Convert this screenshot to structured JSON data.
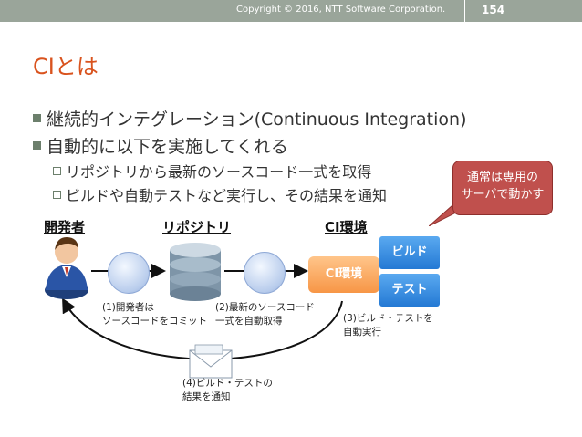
{
  "header": {
    "copyright": "Copyright © 2016, NTT Software Corporation.",
    "page_number": "154"
  },
  "slide": {
    "title": "CIとは",
    "bullets": [
      "継続的インテグレーション(Continuous Integration)",
      "自動的に以下を実施してくれる"
    ],
    "sub_bullets": [
      "リポジトリから最新のソースコード一式を取得",
      "ビルドや自動テストなど実行し、その結果を通知"
    ],
    "callout": [
      "通常は専用の",
      "サーバで動かす"
    ]
  },
  "diagram": {
    "developer_label": "開発者",
    "repository_label": "リポジトリ",
    "ci_env_label": "CI環境",
    "ci_box_label": "CI環境",
    "build_label": "ビルド",
    "test_label": "テスト",
    "step1": [
      "(1)開発者は",
      "ソースコードをコミット"
    ],
    "step2": [
      "(2)最新のソースコード",
      "一式を自動取得"
    ],
    "step3": [
      "(3)ビルド・テストを",
      "自動実行"
    ],
    "step4": [
      "(4)ビルド・テストの",
      "結果を通知"
    ],
    "colors": {
      "title": "#d9531e",
      "ci_env": "#f79646",
      "tasks": "#2f85dd",
      "callout": "#c0504d"
    }
  }
}
